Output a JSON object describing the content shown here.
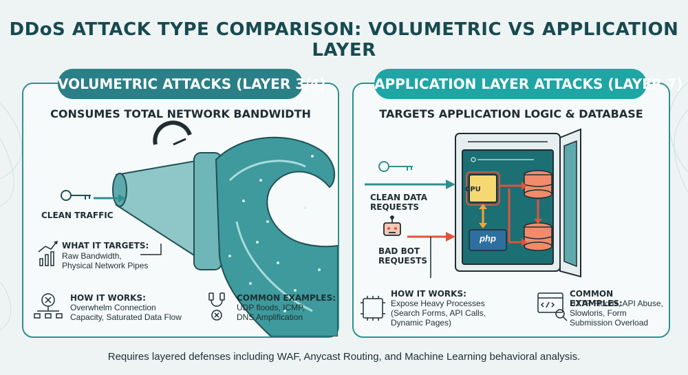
{
  "title": "DDoS ATTACK TYPE COMPARISON: VOLUMETRIC VS APPLICATION LAYER",
  "volumetric": {
    "header": "VOLUMETRIC ATTACKS (LAYER 3/4)",
    "subtitle": "CONSUMES TOTAL NETWORK BANDWIDTH",
    "clean_traffic_label": "CLEAN TRAFFIC",
    "targets": {
      "heading": "WHAT IT TARGETS:",
      "lines": [
        "Raw Bandwidth,",
        "Physical Network Pipes"
      ]
    },
    "how": {
      "heading": "HOW IT WORKS:",
      "lines": [
        "Overwhelm Connection",
        "Capacity, Saturated Data Flow"
      ]
    },
    "examples": {
      "heading": "COMMON EXAMPLES:",
      "lines": [
        "UDP floods, ICMP,",
        "DNS Amplification"
      ]
    }
  },
  "application": {
    "header": "APPLICATION LAYER ATTACKS (LAYER 7)",
    "subtitle": "TARGETS APPLICATION LOGIC & DATABASE",
    "clean_label": [
      "CLEAN DATA",
      "REQUESTS"
    ],
    "bot_label": [
      "BAD BOT",
      "REQUESTS"
    ],
    "cpu_label": "CPU",
    "php_label": "php",
    "how": {
      "heading": "HOW IT WORKS:",
      "lines": [
        "Expose Heavy Processes",
        "(Search Forms, API Calls,",
        "Dynamic Pages)"
      ]
    },
    "examples": {
      "heading": "COMMON EXAMPLES:",
      "lines": [
        "HTTP Floods, API Abuse,",
        "Slowloris, Form",
        "Submission Overload"
      ]
    }
  },
  "footer": "Requires layered defenses including WAF, Anycast Routing, and Machine Learning behavioral analysis.",
  "colors": {
    "teal_dark": "#2b7f86",
    "teal_light": "#1fa5a4",
    "danger": "#e0533a"
  }
}
